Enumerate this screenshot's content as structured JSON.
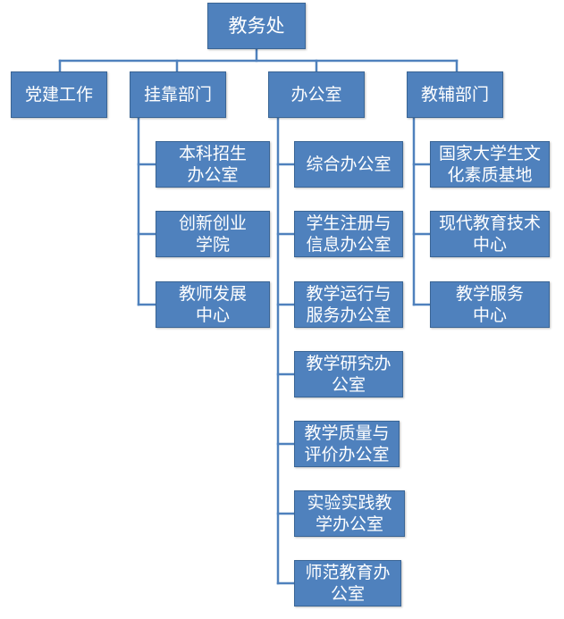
{
  "root": "教务处",
  "departments": {
    "party": "党建工作",
    "affiliated": {
      "title": "挂靠部门",
      "items": [
        "本科招生\n办公室",
        "创新创业\n学院",
        "教师发展\n中心"
      ]
    },
    "office": {
      "title": "办公室",
      "items": [
        "综合办公室",
        "学生注册与\n信息办公室",
        "教学运行与\n服务办公室",
        "教学研究办\n公室",
        "教学质量与\n评价办公室",
        "实验实践教\n学办公室",
        "师范教育办\n公室"
      ]
    },
    "support": {
      "title": "教辅部门",
      "items": [
        "国家大学生文\n化素质基地",
        "现代教育技术\n中心",
        "教学服务\n中心"
      ]
    }
  },
  "colors": {
    "box_fill": "#4f81bd",
    "box_border": "#3a6595",
    "connector": "#4f81bd",
    "text": "#ffffff"
  }
}
